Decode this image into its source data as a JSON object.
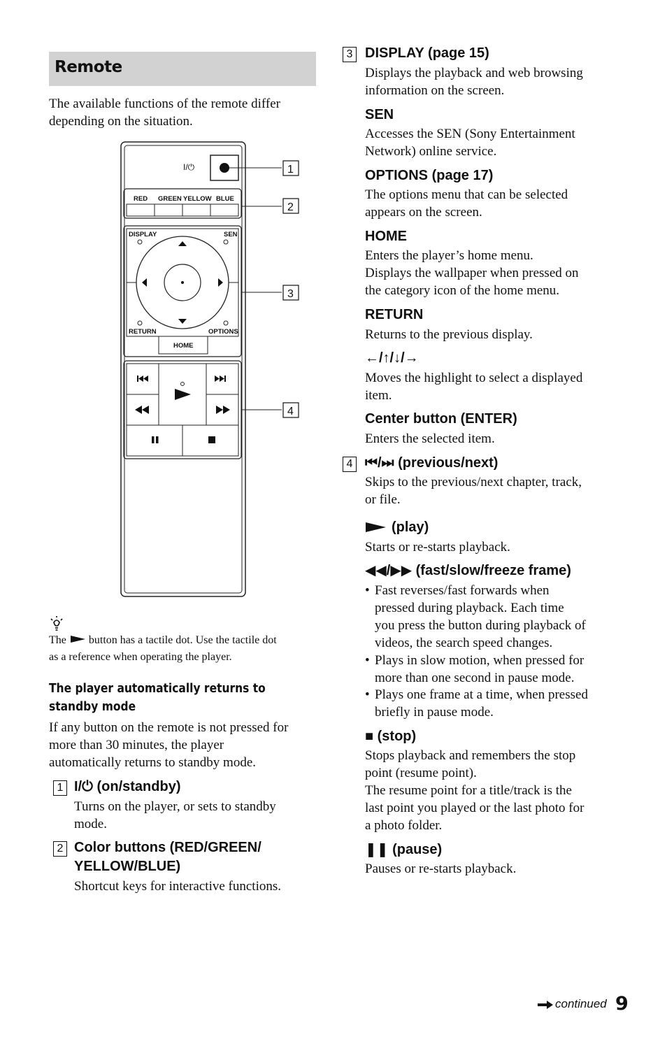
{
  "section": {
    "title": "Remote"
  },
  "intro": [
    "The available functions of the remote differ",
    "depending on the situation."
  ],
  "remote": {
    "power_label": "I/⏻",
    "color_buttons": [
      "RED",
      "GREEN",
      "YELLOW",
      "BLUE"
    ],
    "display_label": "DISPLAY",
    "sen_label": "SEN",
    "return_label": "RETURN",
    "options_label": "OPTIONS",
    "home_label": "HOME",
    "callouts": [
      "1",
      "2",
      "3",
      "4"
    ]
  },
  "tip": {
    "icon": "tip-lightbulb-icon",
    "line1_before": "The",
    "line1_after": "button has a tactile dot. Use the tactile dot",
    "line2": "as a reference when operating the player."
  },
  "standby": {
    "heading": [
      "The player automatically returns to",
      "standby mode"
    ],
    "body": [
      "If any button on the remote is not pressed for",
      "more than 30 minutes, the player",
      "automatically returns to standby mode."
    ]
  },
  "items_left": [
    {
      "num": "1",
      "title": "I/⏻ (on/standby)",
      "desc": [
        "Turns on the player, or sets to standby",
        "mode."
      ]
    },
    {
      "num": "2",
      "title": [
        "Color buttons (RED/GREEN/",
        "YELLOW/BLUE)"
      ],
      "desc": [
        "Shortcut keys for interactive functions."
      ]
    }
  ],
  "items_right": {
    "num3": "3",
    "display": {
      "title": "DISPLAY (page 15)",
      "desc": [
        "Displays the playback and web browsing",
        "information on the screen."
      ]
    },
    "sen": {
      "title": "SEN",
      "desc": [
        "Accesses the SEN (Sony Entertainment",
        "Network) online service."
      ]
    },
    "options": {
      "title": "OPTIONS (page 17)",
      "desc": [
        "The options menu that can be selected",
        "appears on the screen."
      ]
    },
    "home": {
      "title": "HOME",
      "desc": [
        "Enters the player’s home menu.",
        "Displays the wallpaper when pressed on",
        "the category icon of the home menu."
      ]
    },
    "return": {
      "title": "RETURN",
      "desc": [
        "Returns to the previous display."
      ]
    },
    "arrows": {
      "title": "←/↑/↓/→",
      "desc": [
        "Moves the highlight to select a displayed",
        "item."
      ]
    },
    "center": {
      "title": "Center button (ENTER)",
      "desc": [
        "Enters the selected item."
      ]
    },
    "num4": "4",
    "prevnext": {
      "title": "⏮/⏭ (previous/next)",
      "desc": [
        "Skips to the previous/next chapter, track,",
        "or file."
      ]
    },
    "play": {
      "title": "(play)",
      "desc": [
        "Starts or re-starts playback."
      ]
    },
    "fast": {
      "title": "◀◀/▶▶ (fast/slow/freeze frame)",
      "bullets": [
        [
          "Fast reverses/fast forwards when",
          "pressed during playback. Each time",
          "you press the button during playback of",
          "videos, the search speed changes."
        ],
        [
          "Plays in slow motion, when pressed for",
          "more than one second in pause mode."
        ],
        [
          "Plays one frame at a time, when pressed",
          "briefly in pause mode."
        ]
      ]
    },
    "stop": {
      "title": "■ (stop)",
      "desc": [
        "Stops playback and remembers the stop",
        "point (resume point).",
        "The resume point for a title/track is the",
        "last point you played or the last photo for",
        "a photo folder."
      ]
    },
    "pause": {
      "title": "❚❚ (pause)",
      "desc": [
        "Pauses or re-starts playback."
      ]
    }
  },
  "footer": {
    "continued": "continued",
    "page": "9"
  }
}
